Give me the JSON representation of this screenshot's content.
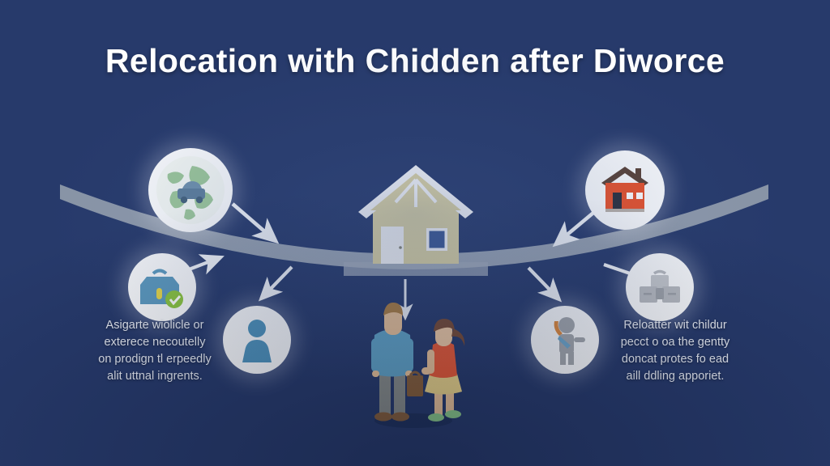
{
  "poster": {
    "title": "Relocation with Chidden after  Diworce",
    "background_color": "#273a6b",
    "title_color": "#ffffff",
    "accent_arc_color": "#9aa5b4",
    "arrow_color": "#f2f5f9"
  },
  "captions": {
    "left": {
      "name": "left-caption",
      "lines": [
        "Asigarte wiolicle or",
        "exterece necoutelly",
        "on prodign tl erpeedly",
        "alit uttnal ingrents."
      ]
    },
    "right": {
      "name": "right-caption",
      "lines": [
        "Reloatter wit childur",
        "pecct o oa the gentty",
        "doncat protes fo ead",
        "aill ddling apporiet."
      ]
    }
  },
  "icons": {
    "globe_car": {
      "name": "globe-with-car-icon",
      "label": "globe-car-icon",
      "colors": {
        "ocean": "#f4f8f4",
        "land": "#9cc79a",
        "car": "#5d7e9c"
      }
    },
    "red_house": {
      "name": "red-house-icon",
      "label": "house-icon",
      "colors": {
        "walls": "#e8512a",
        "roof": "#5a4236",
        "door": "#2b2f3c"
      }
    },
    "blue_bag": {
      "name": "blue-bag-with-check-icon",
      "label": "bag-check-icon",
      "colors": {
        "bag": "#5d9bc0",
        "check_badge": "#8cc63f",
        "clasp": "#e8d84a"
      }
    },
    "person_avatar": {
      "name": "person-avatar-icon",
      "label": "person-icon",
      "colors": {
        "figure": "#4f94bd"
      }
    },
    "person_waving": {
      "name": "person-waving-icon",
      "label": "waving-person-icon",
      "colors": {
        "figure": "#a5a9ae",
        "sash": "#6fa8cc",
        "sleeve": "#e08a3c"
      }
    },
    "gray_luggage": {
      "name": "gray-luggage-icon",
      "label": "luggage-icon",
      "colors": {
        "bags": "#b9bcc1"
      }
    },
    "center_house": {
      "name": "center-house-illustration",
      "label": "family-home",
      "colors": {
        "walls": "#e3d9a6",
        "trim": "#ffffff",
        "door": "#fdfdfb",
        "window": "#3c5a96"
      }
    },
    "children": {
      "name": "children-illustration",
      "label": "two-children",
      "boy": {
        "sweater": "#63a8cb",
        "pants": "#8b8f8a",
        "hair": "#b08040",
        "bag": "#8a6038",
        "shoes": "#8a6038"
      },
      "girl": {
        "top": "#ef5a33",
        "skirt": "#f0d88a",
        "hair": "#7a4b32",
        "shoes": "#8fd08a"
      }
    }
  },
  "arrows": [
    {
      "name": "arrow-globe-to-arc",
      "from": "globe_car",
      "to": "arc"
    },
    {
      "name": "arrow-bag-to-arc",
      "from": "blue_bag",
      "to": "arc"
    },
    {
      "name": "arrow-arc-to-avatar",
      "from": "arc",
      "to": "person_avatar"
    },
    {
      "name": "arrow-house-to-arc",
      "from": "red_house",
      "to": "arc"
    },
    {
      "name": "arrow-arc-to-luggage",
      "from": "arc",
      "to": "gray_luggage"
    },
    {
      "name": "arrow-arc-to-waving-person",
      "from": "arc",
      "to": "person_waving"
    },
    {
      "name": "arrow-arc-to-children",
      "from": "arc",
      "to": "children"
    }
  ]
}
